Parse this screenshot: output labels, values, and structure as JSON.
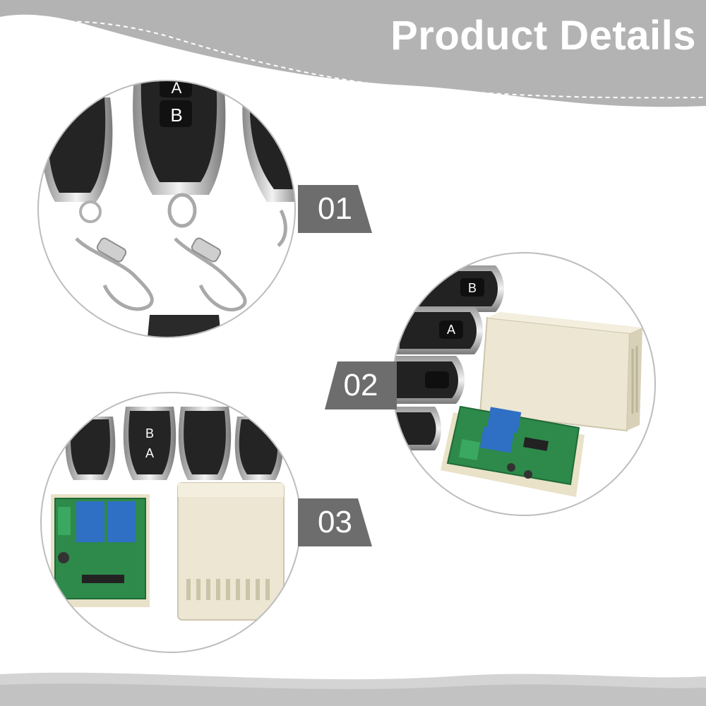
{
  "header": {
    "title": "Product Details",
    "band_color": "#b3b3b3"
  },
  "details": [
    {
      "number": "01",
      "subject": "remote key fobs with A/B buttons and keychain clips"
    },
    {
      "number": "02",
      "subject": "remotes with relay receiver board and case"
    },
    {
      "number": "03",
      "subject": "four remotes, relay board and enclosure"
    }
  ],
  "photos": [
    {
      "buttons": [
        "A",
        "B"
      ]
    },
    {
      "buttons": [
        "B",
        "A"
      ]
    },
    {
      "buttons": [
        "B",
        "A"
      ]
    }
  ],
  "colors": {
    "tag": "#6d6d6d",
    "circle_border": "#bdbdbd",
    "fob_body": "#2a2a2a",
    "chrome": "#c8c8c8",
    "case": "#ece6d2",
    "pcb": "#2e8a4a",
    "relay": "#2f6fc4"
  }
}
